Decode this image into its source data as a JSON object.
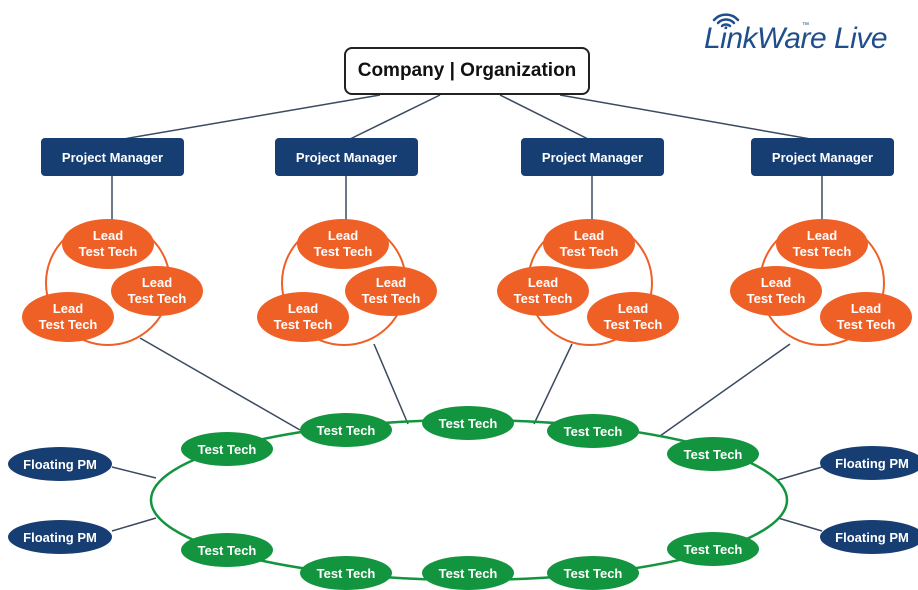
{
  "brand": {
    "logo_text": "LinkWare Live",
    "logo_trademark": "™",
    "logo_icon": "wifi-icon",
    "colors": {
      "brand_blue": "#1f4e8c",
      "navy": "#173e72",
      "orange": "#ef6027",
      "green": "#13943e",
      "line": "#5a6a80"
    }
  },
  "organization": {
    "label": "Company | Organization"
  },
  "project_managers": [
    {
      "label": "Project Manager"
    },
    {
      "label": "Project Manager"
    },
    {
      "label": "Project Manager"
    },
    {
      "label": "Project Manager"
    }
  ],
  "lead_test_techs": [
    {
      "line1": "Lead",
      "line2": "Test Tech"
    },
    {
      "line1": "Lead",
      "line2": "Test Tech"
    },
    {
      "line1": "Lead",
      "line2": "Test Tech"
    },
    {
      "line1": "Lead",
      "line2": "Test Tech"
    },
    {
      "line1": "Lead",
      "line2": "Test Tech"
    },
    {
      "line1": "Lead",
      "line2": "Test Tech"
    },
    {
      "line1": "Lead",
      "line2": "Test Tech"
    },
    {
      "line1": "Lead",
      "line2": "Test Tech"
    },
    {
      "line1": "Lead",
      "line2": "Test Tech"
    },
    {
      "line1": "Lead",
      "line2": "Test Tech"
    },
    {
      "line1": "Lead",
      "line2": "Test Tech"
    },
    {
      "line1": "Lead",
      "line2": "Test Tech"
    }
  ],
  "test_techs": [
    {
      "label": "Test Tech"
    },
    {
      "label": "Test Tech"
    },
    {
      "label": "Test Tech"
    },
    {
      "label": "Test Tech"
    },
    {
      "label": "Test Tech"
    },
    {
      "label": "Test Tech"
    },
    {
      "label": "Test Tech"
    },
    {
      "label": "Test Tech"
    },
    {
      "label": "Test Tech"
    },
    {
      "label": "Test Tech"
    }
  ],
  "floating_pms": [
    {
      "label": "Floating PM"
    },
    {
      "label": "Floating PM"
    },
    {
      "label": "Floating PM"
    },
    {
      "label": "Floating PM"
    }
  ]
}
